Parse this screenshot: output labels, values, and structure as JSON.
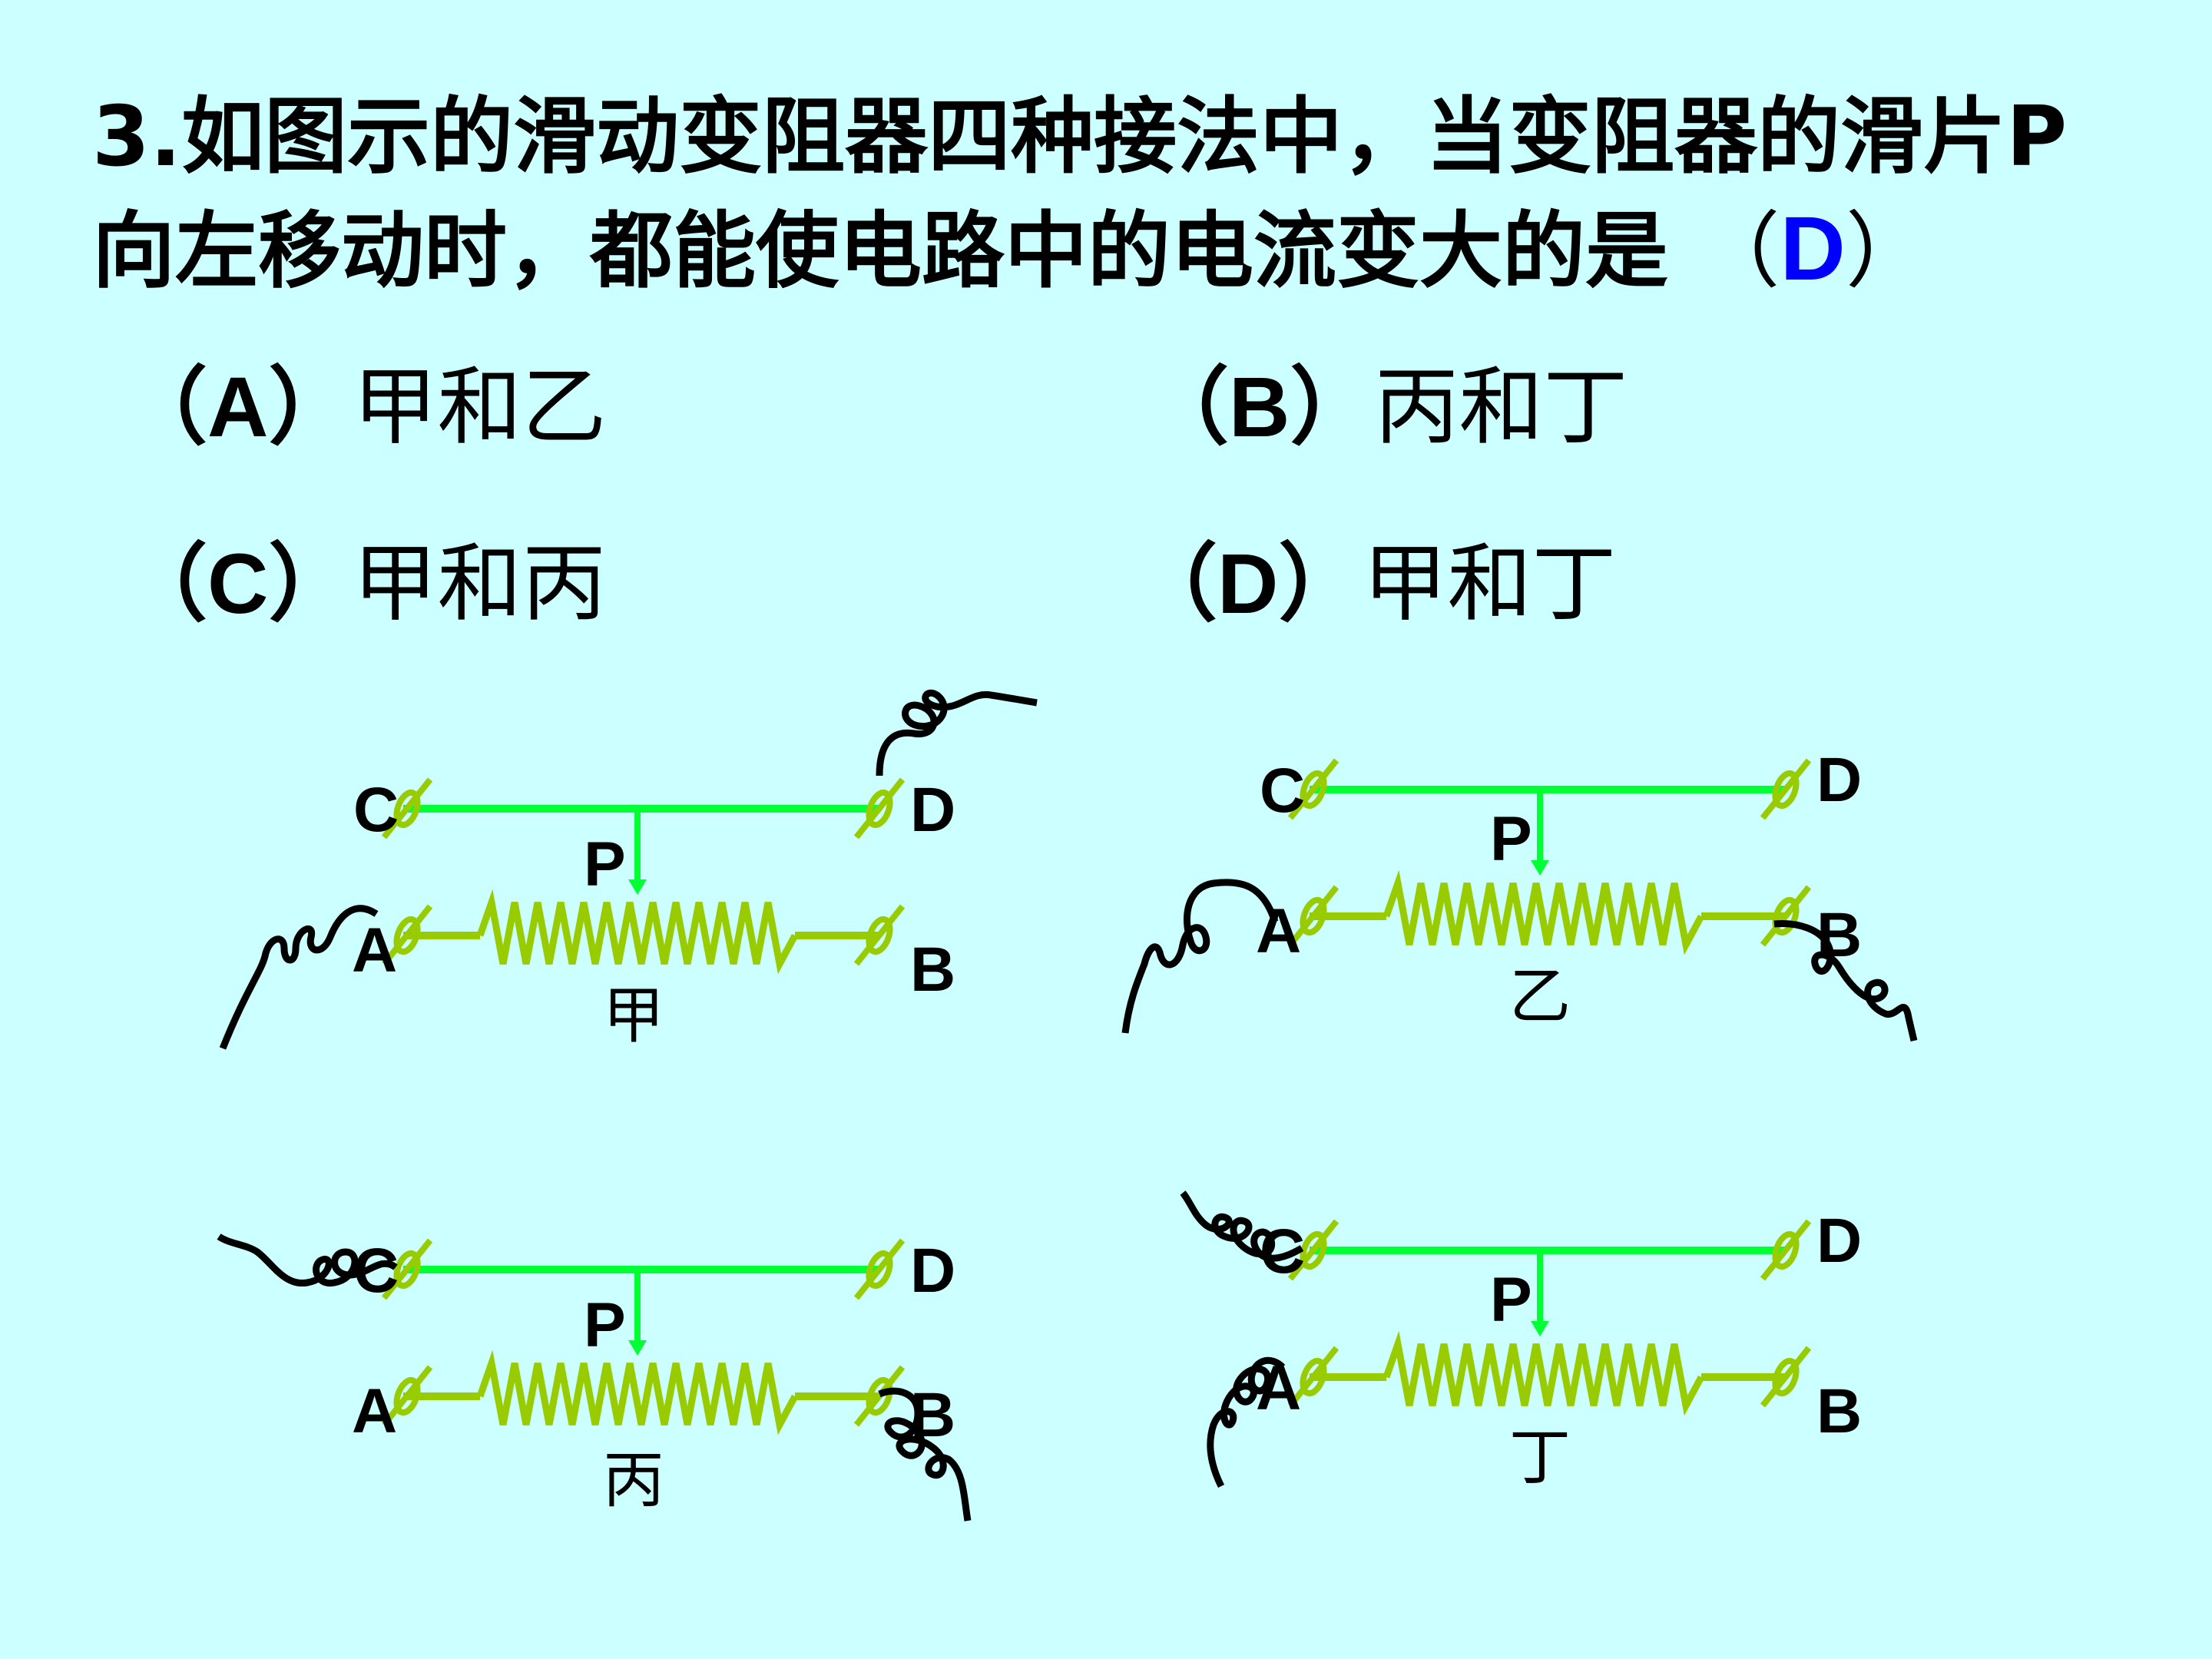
{
  "question": {
    "line1": "3.如图示的滑动变阻器四种接法中，当变阻器的滑片P",
    "line2_text": "向左移动时，都能使电路中的电流变大的是",
    "open_paren": "（",
    "answer": "D",
    "close_paren": "）"
  },
  "options": [
    {
      "label": "（A）",
      "text": "甲和乙"
    },
    {
      "label": "（B）",
      "text": "丙和丁"
    },
    {
      "label": "（C）",
      "text": "甲和丙"
    },
    {
      "label": "（D）",
      "text": "甲和丁"
    }
  ],
  "diagrams": [
    {
      "name": "甲",
      "slider": "P",
      "terminals": {
        "C": "C",
        "D": "D",
        "A": "A",
        "B": "B"
      },
      "connected": [
        "D",
        "A"
      ]
    },
    {
      "name": "乙",
      "slider": "P",
      "terminals": {
        "C": "C",
        "D": "D",
        "A": "A",
        "B": "B"
      },
      "connected": [
        "A",
        "B"
      ]
    },
    {
      "name": "丙",
      "slider": "P",
      "terminals": {
        "C": "C",
        "D": "D",
        "A": "A",
        "B": "B"
      },
      "connected": [
        "C",
        "B"
      ]
    },
    {
      "name": "丁",
      "slider": "P",
      "terminals": {
        "C": "C",
        "D": "D",
        "A": "A",
        "B": "B"
      },
      "connected": [
        "C",
        "A"
      ]
    }
  ],
  "colors": {
    "background": "#ccffff",
    "bar": "#00ff33",
    "coil": "#99cc00",
    "terminal": "#99cc00",
    "wire": "#000000",
    "answer": "#0000ff"
  }
}
